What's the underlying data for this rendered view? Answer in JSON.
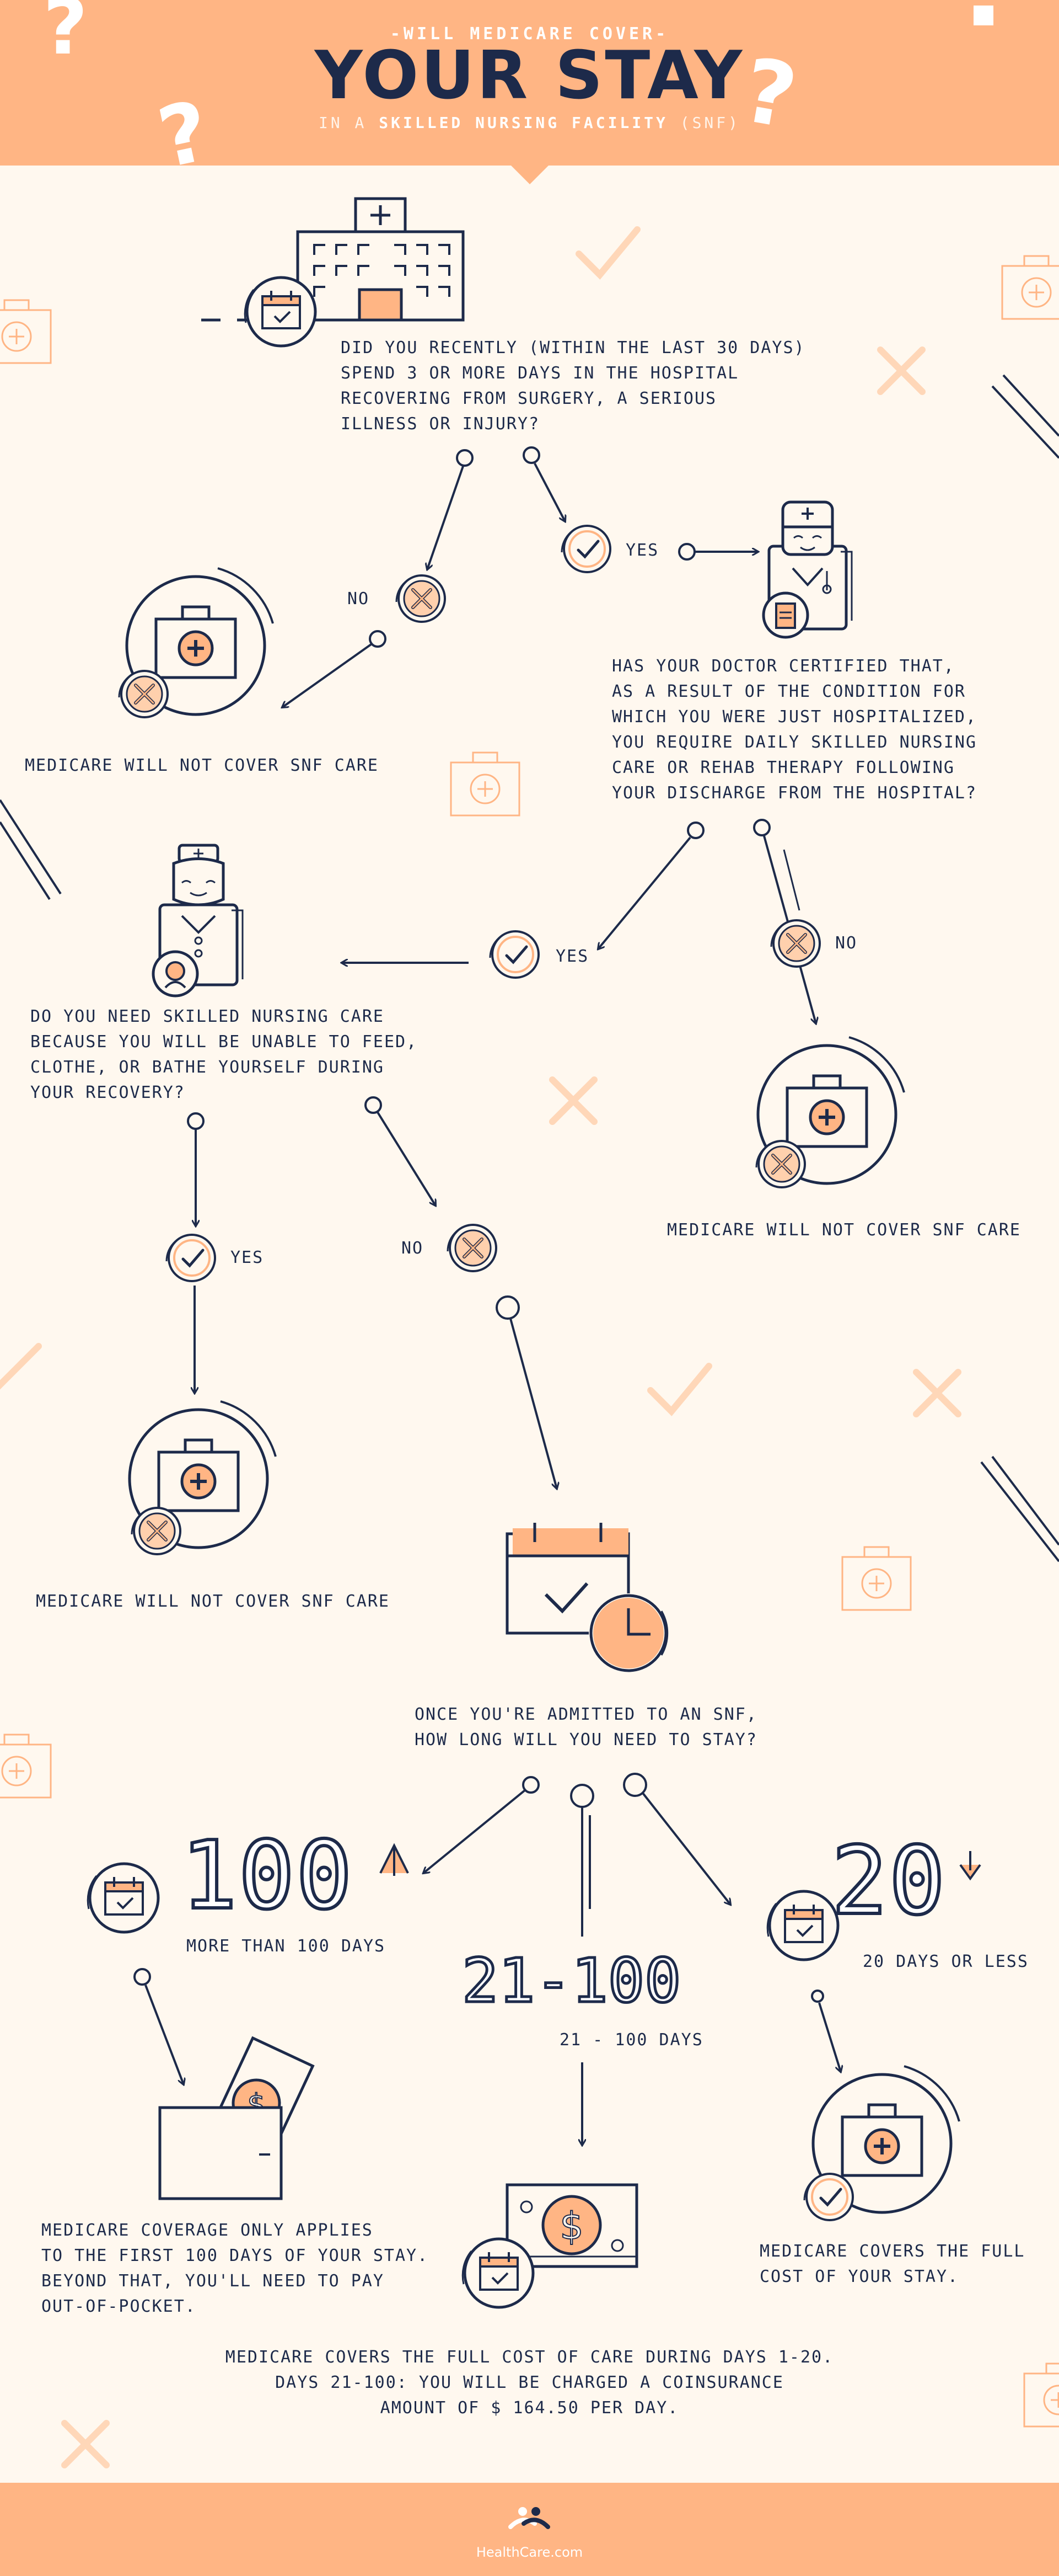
{
  "header": {
    "kicker": "-WILL MEDICARE COVER-",
    "title": "YOUR STAY",
    "subtitle_pre": "IN A ",
    "subtitle_bold": "SKILLED NURSING FACILITY",
    "subtitle_post": " (SNF)"
  },
  "flow": {
    "q1": "DID YOU RECENTLY (WITHIN THE LAST 30 DAYS)\nSPEND 3 OR MORE DAYS IN THE HOSPITAL\nRECOVERING FROM SURGERY, A SERIOUS\nILLNESS OR INJURY?",
    "q1_no": "NO",
    "q1_yes": "YES",
    "q1_no_result": "MEDICARE WILL NOT COVER SNF CARE",
    "q2": "HAS YOUR DOCTOR CERTIFIED THAT,\nAS A RESULT OF THE CONDITION FOR\nWHICH YOU WERE JUST HOSPITALIZED,\nYOU REQUIRE DAILY SKILLED NURSING\nCARE OR REHAB THERAPY FOLLOWING\nYOUR DISCHARGE FROM THE HOSPITAL?",
    "q2_yes": "YES",
    "q2_no": "NO",
    "q2_no_result": "MEDICARE WILL NOT COVER SNF CARE",
    "q3": "DO YOU NEED SKILLED NURSING CARE\nBECAUSE YOU WILL BE UNABLE TO FEED,\nCLOTHE, OR BATHE YOURSELF DURING\nYOUR RECOVERY?",
    "q3_yes": "YES",
    "q3_no": "NO",
    "q3_yes_result": "MEDICARE WILL NOT COVER SNF CARE",
    "q4": "ONCE YOU'RE ADMITTED TO AN SNF,\nHOW LONG WILL YOU NEED TO STAY?"
  },
  "stay": {
    "long_value": "100",
    "long_label": "MORE THAN 100 DAYS",
    "long_result": "MEDICARE COVERAGE ONLY APPLIES\nTO THE FIRST 100 DAYS OF YOUR STAY.\nBEYOND THAT, YOU'LL NEED TO PAY\nOUT-OF-POCKET.",
    "mid_value": "21-100",
    "mid_label": "21 - 100 DAYS",
    "short_value": "20",
    "short_label": "20 DAYS OR LESS",
    "short_result": "MEDICARE COVERS THE FULL\nCOST OF YOUR STAY.",
    "summary": "MEDICARE COVERS THE FULL COST OF CARE DURING DAYS 1-20.\nDAYS 21-100: YOU WILL BE CHARGED A COINSURANCE\nAMOUNT OF $ 164.50 PER DAY."
  },
  "footer": {
    "brand": "HealthCare.com"
  },
  "colors": {
    "accent": "#ffb584",
    "ink": "#1d2a4a",
    "background": "#fff8ef"
  }
}
